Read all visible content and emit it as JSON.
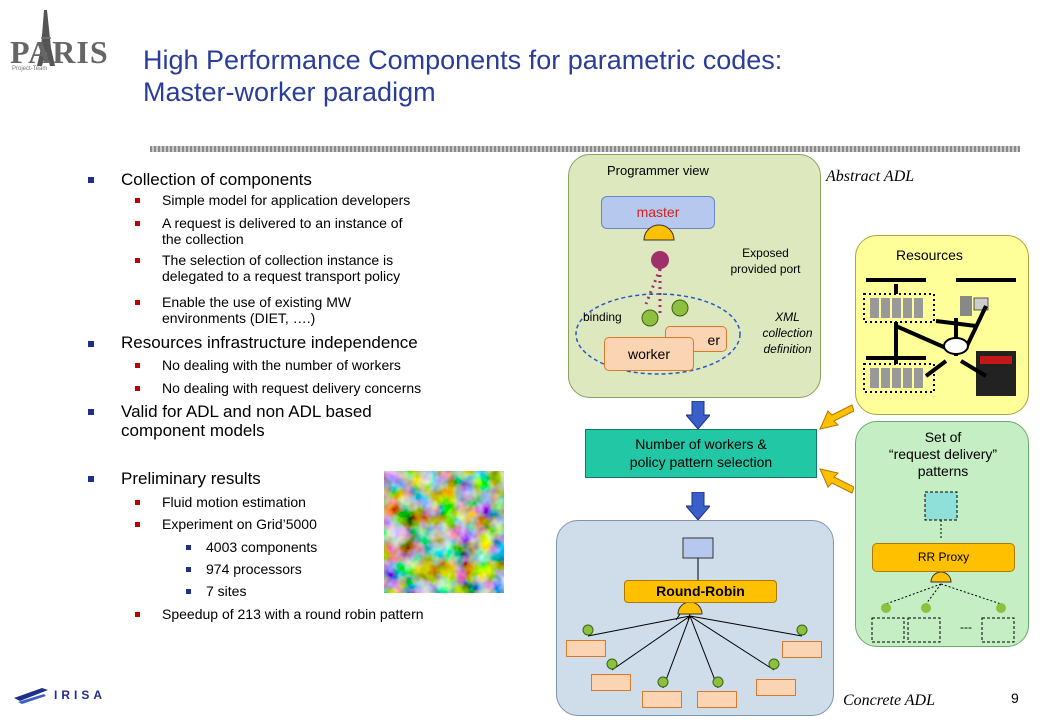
{
  "slide": {
    "title_line1": "High Performance Components for parametric codes:",
    "title_line2": "Master-worker paradigm",
    "page_number": "9",
    "logo_top": "PARIS",
    "logo_sub": "Project-Team",
    "logo_bottom": "IRISA"
  },
  "bullets": {
    "b1": "Collection of components",
    "b1_1": "Simple model for application developers",
    "b1_2a": "A request is delivered to an instance of",
    "b1_2b": "the collection",
    "b1_3a": "The selection of collection instance is",
    "b1_3b": "delegated to a request transport policy",
    "b1_4a": "Enable the use of existing MW",
    "b1_4b": "environments (DIET, ….)",
    "b2": "Resources infrastructure independence",
    "b2_1": "No dealing with the number of workers",
    "b2_2": "No dealing with request delivery concerns",
    "b3a": "Valid for ADL and non ADL based",
    "b3b": "component models",
    "b4": "Preliminary results",
    "b4_1": "Fluid motion estimation",
    "b4_2": "Experiment on Grid’5000",
    "b4_2_1": "4003 components",
    "b4_2_2": "974 processors",
    "b4_2_3": "7 sites",
    "b4_3": "Speedup of 213 with a round robin pattern"
  },
  "diagram": {
    "programmer_view": "Programmer view",
    "abstract_adl": "Abstract ADL",
    "master": "master",
    "exposed_a": "Exposed",
    "exposed_b": "provided port",
    "binding": "binding",
    "xml_a": "XML",
    "xml_b": "collection",
    "xml_c": "definition",
    "worker": "worker",
    "worker_back": "er",
    "resources": "Resources",
    "selection_a": "Number of workers &",
    "selection_b": "policy pattern selection",
    "set_a": "Set of",
    "set_b": "“request delivery”",
    "set_c": "patterns",
    "rr_proxy": "RR Proxy",
    "dots": "---",
    "round_robin": "Round-Robin",
    "concrete_adl": "Concrete ADL"
  },
  "colors": {
    "title": "#2a3d9b",
    "bullet_l1": "#1e2f8c",
    "bullet_l2": "#c00000",
    "programmer_bg": "#dde8bf",
    "resources_bg": "#ffff99",
    "patterns_bg": "#c5eec5",
    "concrete_bg": "#cfdcea",
    "selection_bg": "#22c7a6",
    "master_bg": "#b7c8ee",
    "worker_bg": "#fbd4b4",
    "accent_yellow": "#ffc000",
    "arrow_blue": "#3b5fc9"
  }
}
